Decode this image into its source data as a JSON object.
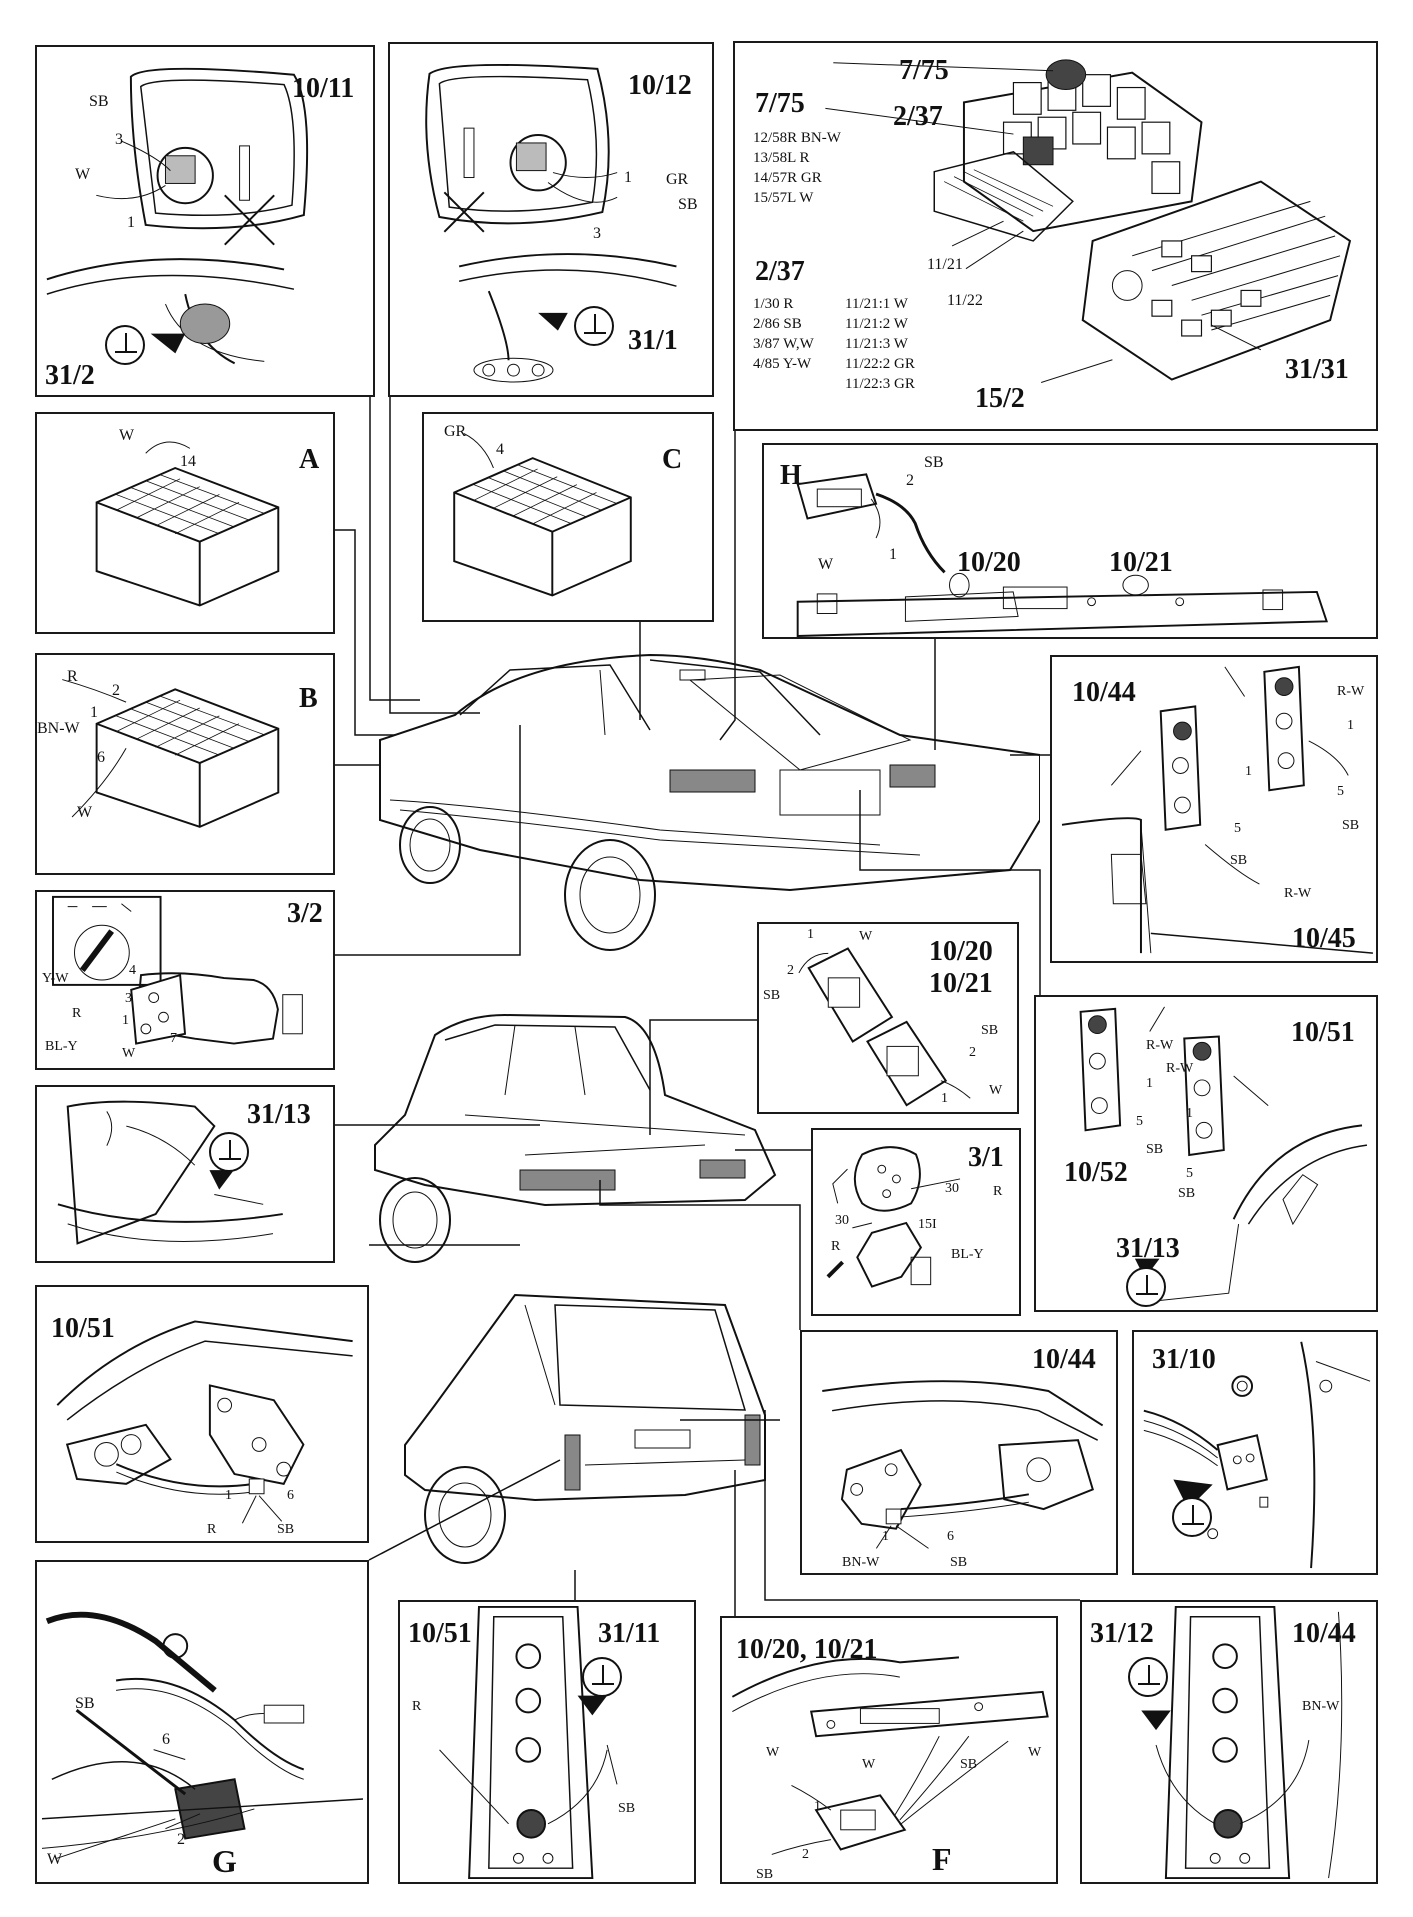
{
  "panels": {
    "p1011": {
      "label": "10/11",
      "ground_label": "31/2",
      "wires": {
        "sb": "SB",
        "w": "W",
        "n3": "3",
        "n1": "1"
      }
    },
    "p1012": {
      "label": "10/12",
      "ground_label": "31/1",
      "wires": {
        "gr": "GR",
        "sb": "SB",
        "n1": "1",
        "n3": "3"
      }
    },
    "fusebox": {
      "top_label": "7/75",
      "label_237": "2/37",
      "label_1121": "11/21",
      "label_1122": "11/22",
      "label_3131": "31/31",
      "label_152": "15/2",
      "list_775_title": "7/75",
      "list_775": [
        "12/58R BN-W",
        "13/58L R",
        "14/57R GR",
        "15/57L W"
      ],
      "list_237_title": "2/37",
      "list_237": [
        "1/30 R",
        "2/86 SB",
        "3/87 W,W",
        "4/85 Y-W"
      ],
      "list_1121": [
        "11/21:1 W",
        "11/21:2 W",
        "11/21:3 W",
        "11/22:2 GR",
        "11/22:3 GR"
      ]
    },
    "pA": {
      "label": "A",
      "wire": "W",
      "num": "14"
    },
    "pC": {
      "label": "C",
      "wire": "GR",
      "num": "4"
    },
    "pH": {
      "label": "H",
      "sb": "SB",
      "w": "W",
      "n2": "2",
      "n1": "1",
      "l1020": "10/20",
      "l1021": "10/21"
    },
    "pB": {
      "label": "B",
      "r": "R",
      "n2": "2",
      "n1": "1",
      "bnw": "BN-W",
      "n6": "6",
      "w": "W"
    },
    "p1044": {
      "label": "10/44",
      "label2": "10/45",
      "rw1": "R-W",
      "n1": "1",
      "n5a": "5",
      "sb1": "SB",
      "n1b": "1",
      "n5b": "5",
      "sb2": "SB",
      "rw2": "R-W"
    },
    "p32": {
      "label": "3/2",
      "yw": "Y-W",
      "n4": "4",
      "r": "R",
      "n3": "3",
      "n1": "1",
      "bly": "BL-Y",
      "w": "W",
      "n7": "7"
    },
    "p1020c": {
      "label1": "10/20",
      "label2": "10/21",
      "n1a": "1",
      "wa": "W",
      "n2a": "2",
      "sba": "SB",
      "sbb": "SB",
      "n2b": "2",
      "n1b": "1",
      "wb": "W"
    },
    "p1051a": {
      "label": "10/51",
      "label2": "10/52",
      "rw1": "R-W",
      "n1a": "1",
      "n5a": "5",
      "sba": "SB",
      "rw2": "R-W",
      "n1b": "1",
      "n5b": "5",
      "sbb": "SB",
      "ground_label": "31/13"
    },
    "p3113": {
      "label": "31/13"
    },
    "p31": {
      "label": "3/1",
      "n30a": "30",
      "r1": "R",
      "n30b": "30",
      "r2": "R",
      "n15": "15I",
      "bly": "BL-Y"
    },
    "p1051b": {
      "label": "10/51",
      "n1": "1",
      "n6": "6",
      "r": "R",
      "sb": "SB"
    },
    "p1044b": {
      "label": "10/44",
      "n1": "1",
      "n6": "6",
      "bnw": "BN-W",
      "sb": "SB"
    },
    "p3110": {
      "label": "31/10"
    },
    "pG": {
      "label": "G",
      "sb": "SB",
      "n6": "6",
      "n2": "2",
      "w": "W"
    },
    "p1051c": {
      "label": "10/51",
      "ground_label": "31/11",
      "r": "R",
      "sb": "SB"
    },
    "pF": {
      "label": "10/20, 10/21",
      "letter": "F",
      "w1": "W",
      "w2": "W",
      "sb1": "SB",
      "w3": "W",
      "n1": "1",
      "n2": "2",
      "sb2": "SB"
    },
    "p1044c": {
      "label": "10/44",
      "ground_label": "31/12",
      "bnw": "BN-W"
    }
  }
}
